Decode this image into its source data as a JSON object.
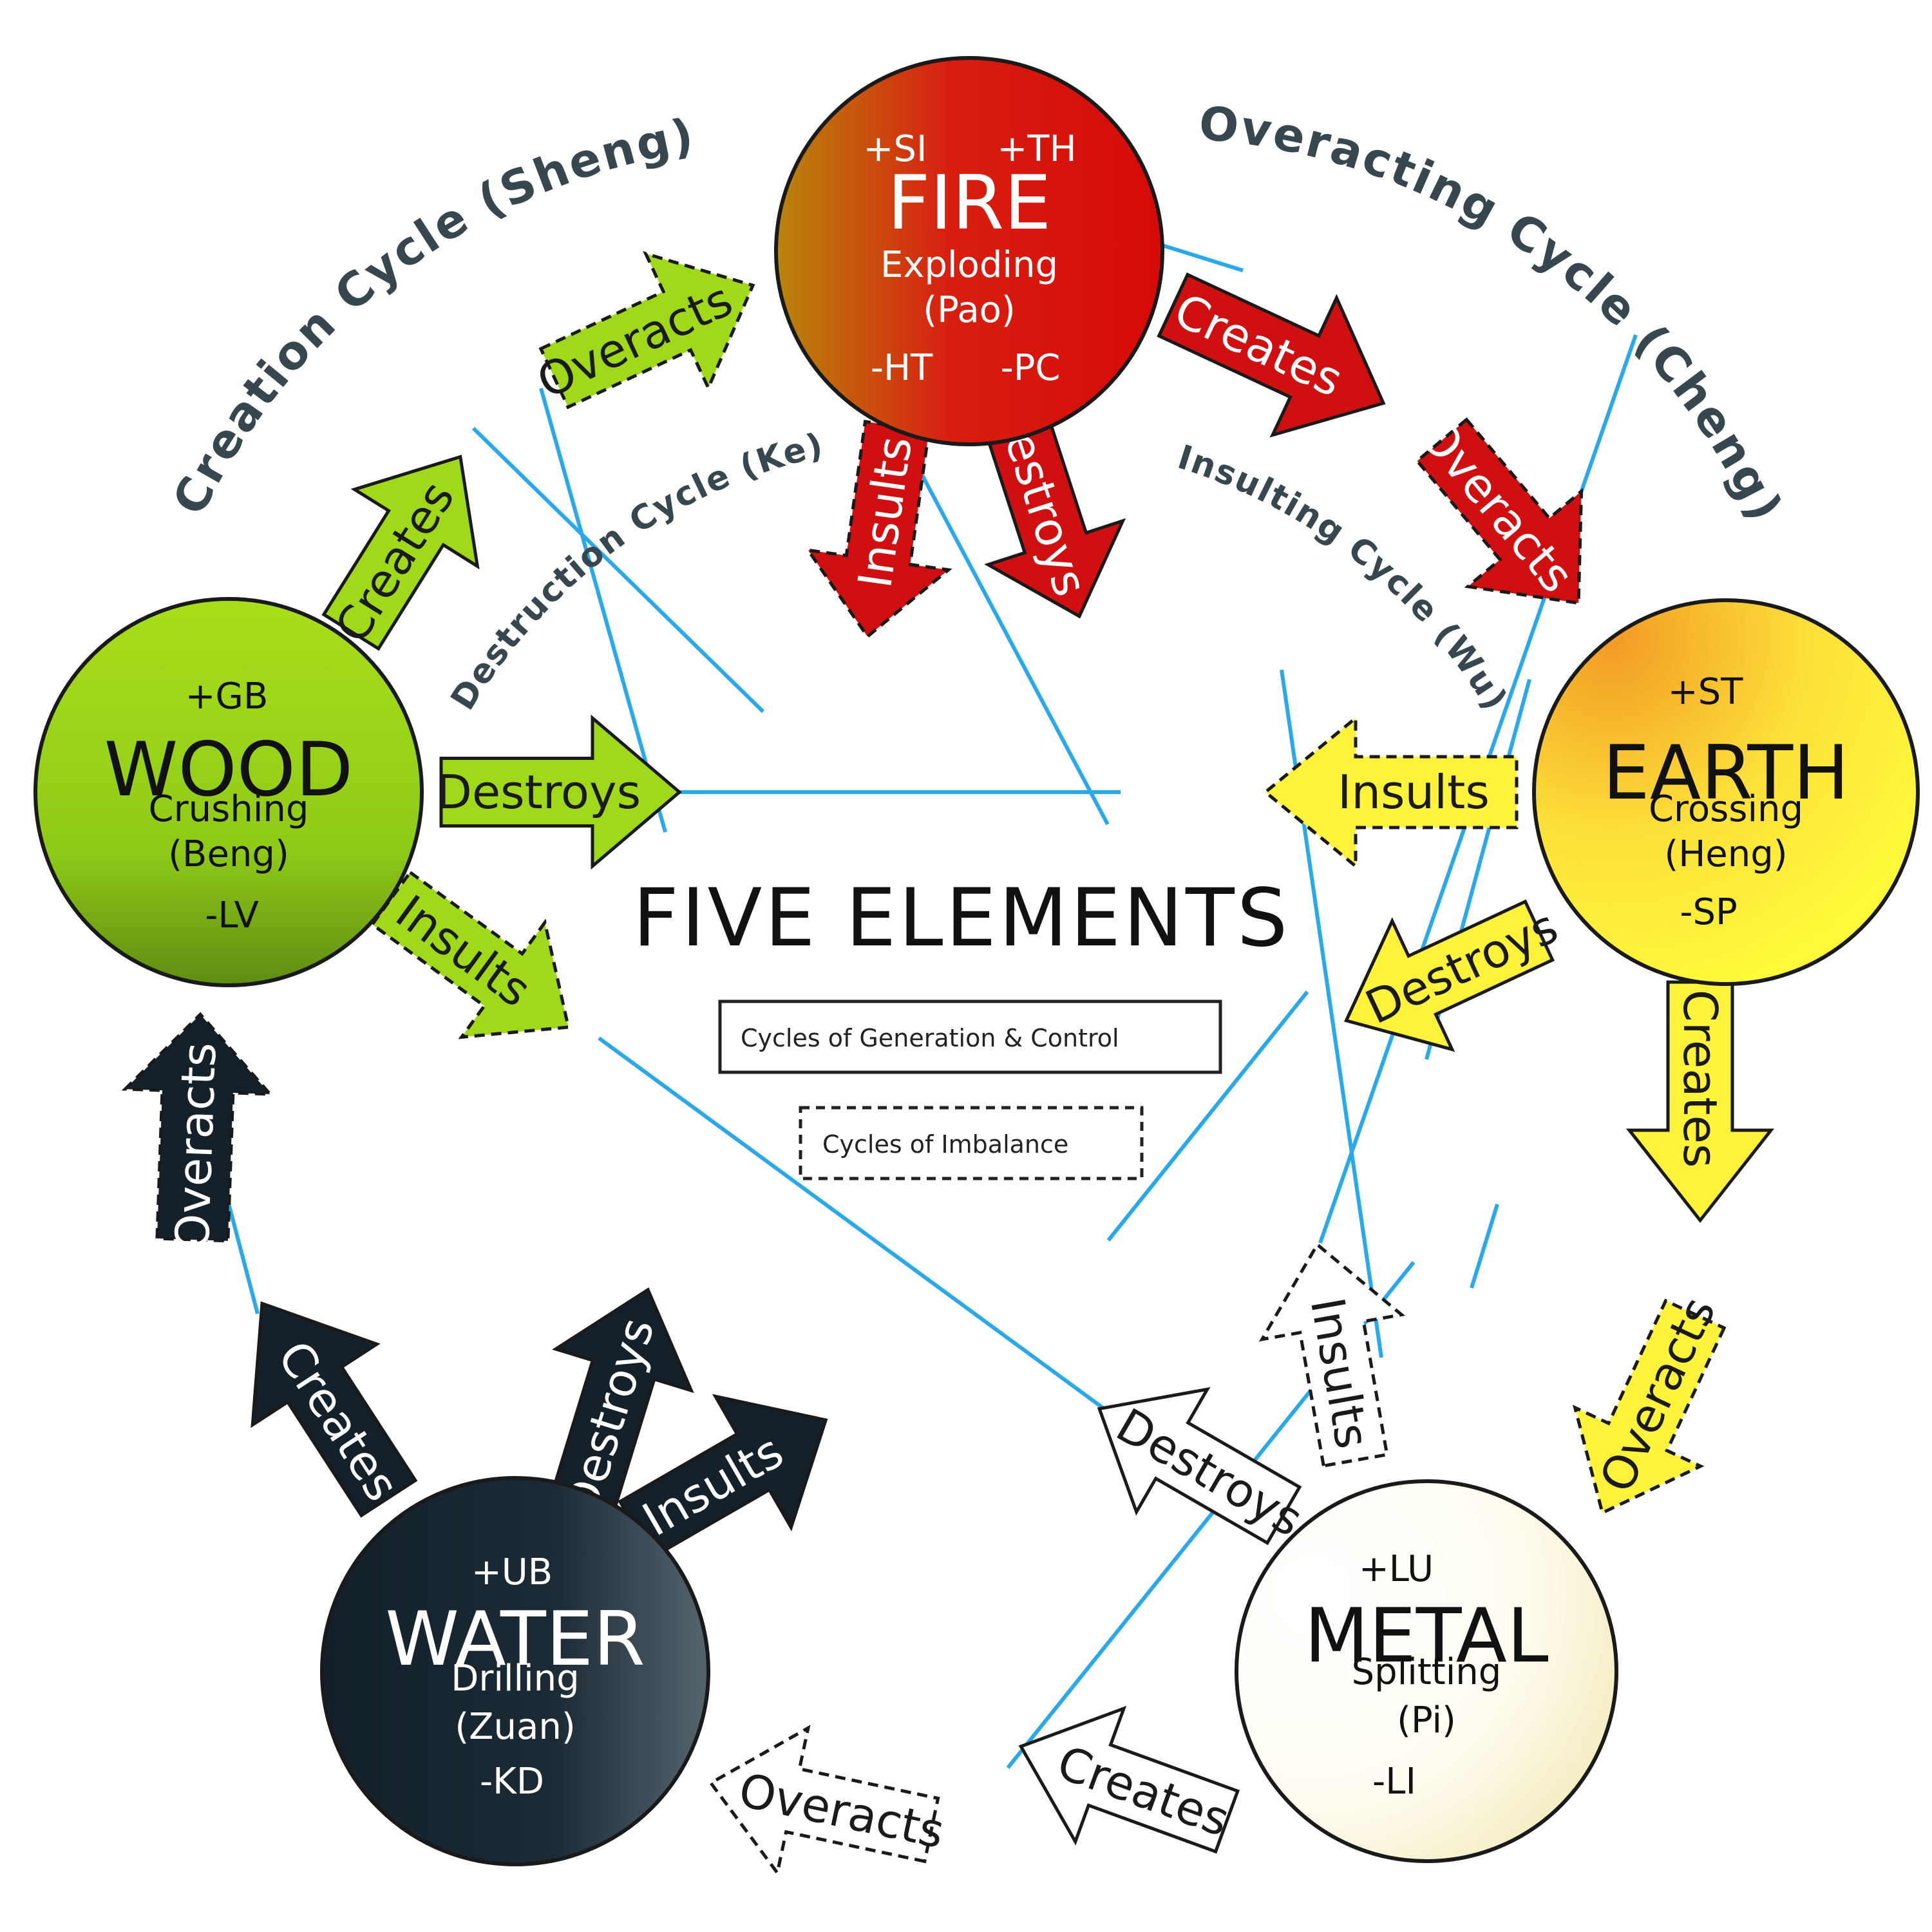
{
  "title": "FIVE ELEMENTS",
  "legend": {
    "solid": "Cycles of Generation & Control",
    "dashed": "Cycles of Imbalance"
  },
  "cycles": {
    "creation": "Creation Cycle (Sheng)",
    "overacting": "Overacting Cycle (Cheng)",
    "destruction": "Destruction Cycle (Ke)",
    "insulting": "Insulting Cycle (Wu)"
  },
  "elements": {
    "fire": {
      "name": "FIRE",
      "move": "Exploding",
      "pinyin": "(Pao)",
      "yang": [
        "+SI",
        "+TH"
      ],
      "yin": [
        "-HT",
        "-PC"
      ]
    },
    "earth": {
      "name": "EARTH",
      "move": "Crossing",
      "pinyin": "(Heng)",
      "yang": [
        "+ST"
      ],
      "yin": [
        "-SP"
      ]
    },
    "metal": {
      "name": "METAL",
      "move": "Splitting",
      "pinyin": "(Pi)",
      "yang": [
        "+LU"
      ],
      "yin": [
        "-LI"
      ]
    },
    "water": {
      "name": "WATER",
      "move": "Drilling",
      "pinyin": "(Zuan)",
      "yang": [
        "+UB"
      ],
      "yin": [
        "-KD"
      ]
    },
    "wood": {
      "name": "WOOD",
      "move": "Crushing",
      "pinyin": "(Beng)",
      "yang": [
        "+GB"
      ],
      "yin": [
        "-LV"
      ]
    }
  },
  "arrows": {
    "creates": "Creates",
    "destroys": "Destroys",
    "overacts": "Overacts",
    "insults": "Insults"
  },
  "colors": {
    "line": "#29a8ea",
    "fire": "#d01010",
    "earth": "#fff23a",
    "metal": "#ffffff",
    "water": "#14212b",
    "wood": "#9fd91a",
    "title_text": "#37474f"
  }
}
